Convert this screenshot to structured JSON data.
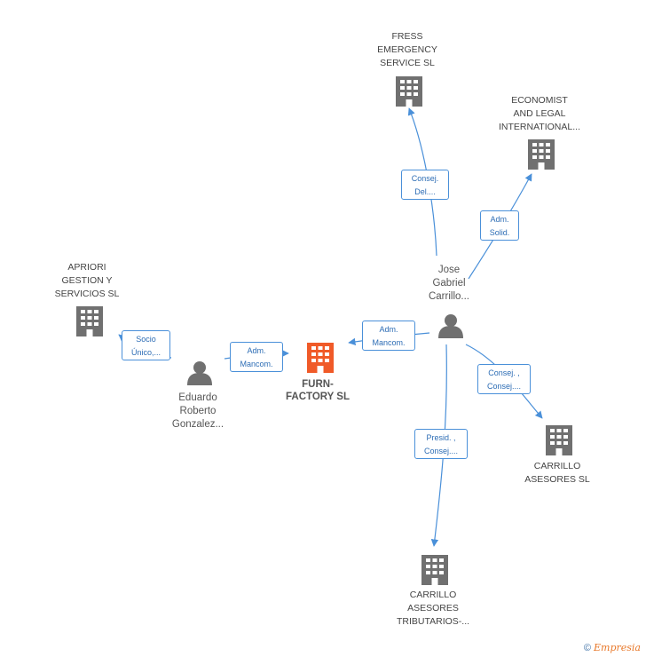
{
  "nodes": {
    "fress": {
      "label": "FRESS\nEMERGENCY\nSERVICE SL",
      "type": "company"
    },
    "economist": {
      "label": "ECONOMIST\nAND LEGAL\nINTERNATIONAL...",
      "type": "company"
    },
    "jose": {
      "label": "Jose\nGabriel\nCarrillo...",
      "type": "person"
    },
    "apriori": {
      "label": "APRIORI\nGESTION Y\nSERVICIOS SL",
      "type": "company"
    },
    "eduardo": {
      "label": "Eduardo\nRoberto\nGonzalez...",
      "type": "person"
    },
    "furn": {
      "label": "FURN-\nFACTORY SL",
      "type": "company-focus"
    },
    "carrillo_asesores": {
      "label": "CARRILLO\nASESORES SL",
      "type": "company"
    },
    "carrillo_tributarios": {
      "label": "CARRILLO\nASESORES\nTRIBUTARIOS-...",
      "type": "company"
    }
  },
  "edges": {
    "jose_fress": {
      "label": "Consej.\nDel...."
    },
    "jose_economist": {
      "label": "Adm.\nSolid."
    },
    "jose_furn": {
      "label": "Adm.\nMancom."
    },
    "eduardo_furn": {
      "label": "Adm.\nMancom."
    },
    "eduardo_apriori": {
      "label": "Socio\nÚnico,..."
    },
    "jose_carrillo_asesores": {
      "label": "Consej. ,\nConsej...."
    },
    "jose_carrillo_tributarios": {
      "label": "Presid. ,\nConsej...."
    }
  },
  "colors": {
    "edge": "#4a90d9",
    "company_icon": "#707070",
    "focus_icon": "#f05a28",
    "person_icon": "#707070"
  },
  "footer": {
    "copyright": "©",
    "brand": "Empresia"
  }
}
